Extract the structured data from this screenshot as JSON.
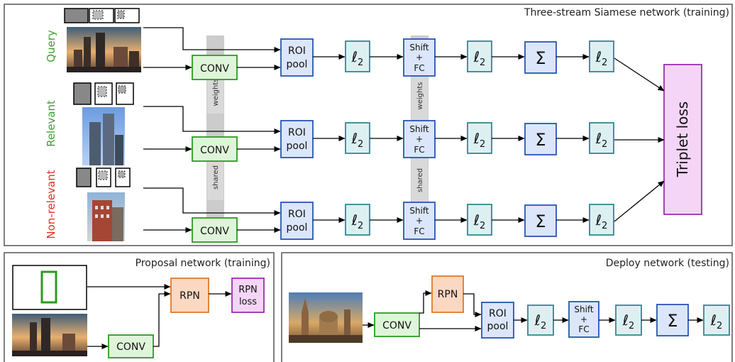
{
  "panels": {
    "top_title": "Three-stream Siamese network (training)",
    "proposal_title": "Proposal network (training)",
    "deploy_title": "Deploy network (testing)"
  },
  "streams": {
    "query": "Query",
    "relevant": "Relevant",
    "nonrelevant": "Non-relevant"
  },
  "labels": {
    "conv": "CONV",
    "roi_line1": "ROI",
    "roi_line2": "pool",
    "l2": "ℓ",
    "l2_sub": "2",
    "shift_line1": "Shift",
    "shift_line2": "+",
    "shift_line3": "FC",
    "sum": "Σ",
    "triplet_loss": "Triplet loss",
    "weights": "weights",
    "shared": "shared",
    "rpn": "RPN",
    "rpn_loss_line1": "RPN",
    "rpn_loss_line2": "loss"
  },
  "colors": {
    "conv_fill": "#dff5d9",
    "conv_stroke": "#2a9d1f",
    "roi_fill": "#dbe6fa",
    "roi_stroke": "#2955b5",
    "l2_fill": "#dcf0f2",
    "l2_stroke": "#2f8a8f",
    "loss_fill": "#f5d5f7",
    "loss_stroke": "#9b2fb0",
    "rpn_fill": "#fbd8c1",
    "rpn_stroke": "#df7a2c",
    "green_text": "#3ba32d",
    "red_text": "#e0302d"
  }
}
